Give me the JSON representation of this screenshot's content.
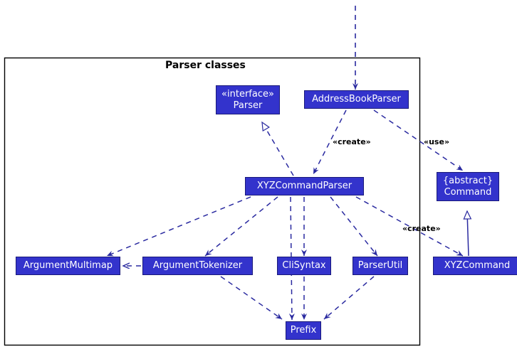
{
  "diagram": {
    "kind": "uml-class-diagram",
    "frame_title": "Parser classes",
    "colors": {
      "box_fill": "#3333CC",
      "box_border": "#1a1a7a",
      "box_text": "#FFFFFF",
      "edge": "#2a2aa0",
      "frame_border": "#000000",
      "background": "#FFFFFF"
    },
    "classes": [
      {
        "id": "parser",
        "line1": "«interface»",
        "line2": "Parser"
      },
      {
        "id": "address_book_parser",
        "line1": "AddressBookParser",
        "line2": ""
      },
      {
        "id": "xyz_command_parser",
        "line1": "XYZCommandParser",
        "line2": ""
      },
      {
        "id": "command",
        "line1": "{abstract}",
        "line2": "Command"
      },
      {
        "id": "argument_multimap",
        "line1": "ArgumentMultimap",
        "line2": ""
      },
      {
        "id": "argument_tokenizer",
        "line1": "ArgumentTokenizer",
        "line2": ""
      },
      {
        "id": "cli_syntax",
        "line1": "CliSyntax",
        "line2": ""
      },
      {
        "id": "parser_util",
        "line1": "ParserUtil",
        "line2": ""
      },
      {
        "id": "xyz_command",
        "line1": "XYZCommand",
        "line2": ""
      },
      {
        "id": "prefix",
        "line1": "Prefix",
        "line2": ""
      }
    ],
    "edge_labels": [
      {
        "id": "create_abp_xyzcp",
        "text": "«create»"
      },
      {
        "id": "use_abp_command",
        "text": "«use»"
      },
      {
        "id": "create_xyzcp_xyzcmd",
        "text": "«create»"
      }
    ],
    "relations": [
      {
        "from": "external",
        "to": "address_book_parser",
        "type": "dependency"
      },
      {
        "from": "xyz_command_parser",
        "to": "parser",
        "type": "realization"
      },
      {
        "from": "address_book_parser",
        "to": "xyz_command_parser",
        "type": "dependency",
        "label": "«create»"
      },
      {
        "from": "address_book_parser",
        "to": "command",
        "type": "dependency",
        "label": "«use»"
      },
      {
        "from": "xyz_command_parser",
        "to": "argument_multimap",
        "type": "dependency"
      },
      {
        "from": "xyz_command_parser",
        "to": "argument_tokenizer",
        "type": "dependency"
      },
      {
        "from": "xyz_command_parser",
        "to": "cli_syntax",
        "type": "dependency"
      },
      {
        "from": "xyz_command_parser",
        "to": "parser_util",
        "type": "dependency"
      },
      {
        "from": "xyz_command_parser",
        "to": "xyz_command",
        "type": "dependency",
        "label": "«create»"
      },
      {
        "from": "xyz_command_parser",
        "to": "prefix",
        "type": "dependency"
      },
      {
        "from": "argument_tokenizer",
        "to": "argument_multimap",
        "type": "dependency"
      },
      {
        "from": "argument_tokenizer",
        "to": "prefix",
        "type": "dependency"
      },
      {
        "from": "cli_syntax",
        "to": "prefix",
        "type": "dependency"
      },
      {
        "from": "parser_util",
        "to": "prefix",
        "type": "dependency"
      },
      {
        "from": "xyz_command",
        "to": "command",
        "type": "generalization"
      }
    ]
  }
}
